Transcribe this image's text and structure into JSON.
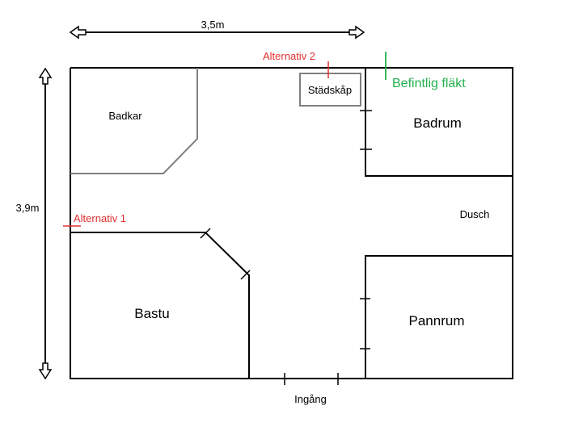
{
  "dimensions": {
    "width_label": "3,5m",
    "height_label": "3,9m"
  },
  "rooms": {
    "badkar": "Badkar",
    "badrum": "Badrum",
    "dusch": "Dusch",
    "bastu": "Bastu",
    "pannrum": "Pannrum",
    "stadskap": "Städskåp"
  },
  "entrance": "Ingång",
  "annotations": {
    "alternativ_1": "Alternativ 1",
    "alternativ_2": "Alternativ 2",
    "befintlig_flakt": "Befintlig fläkt"
  },
  "colors": {
    "walls": "#000000",
    "fixture": "#808080",
    "alternatives": "#e03030",
    "existing_fan": "#22b14c"
  }
}
